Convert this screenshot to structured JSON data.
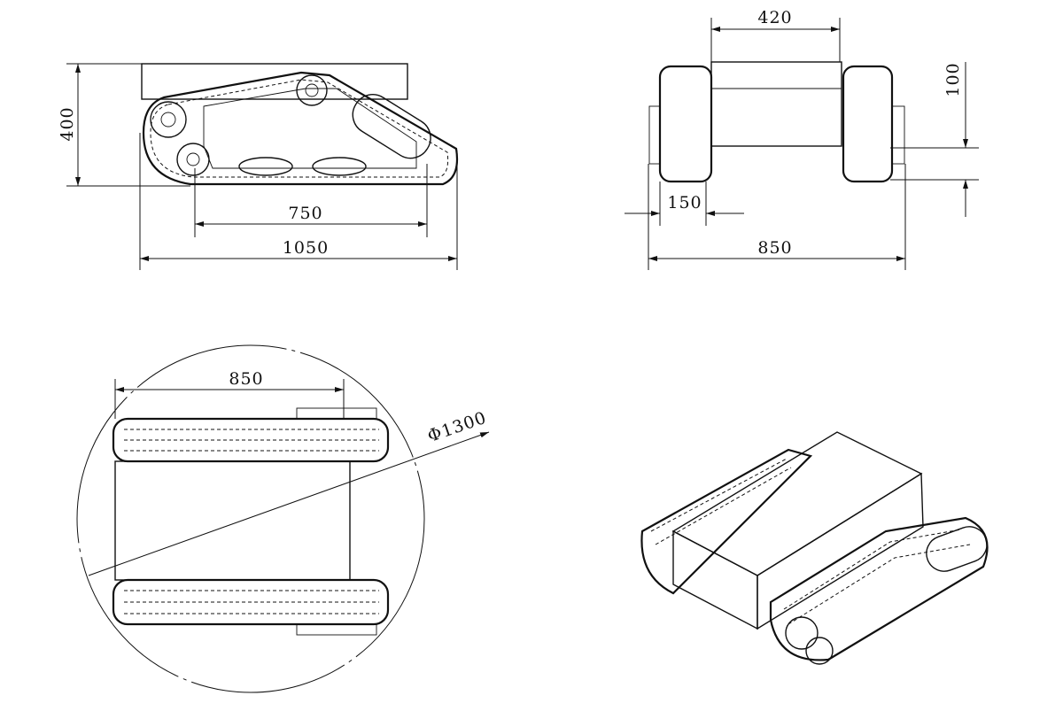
{
  "side_view": {
    "height": "400",
    "wheelbase": "750",
    "length": "1050"
  },
  "front_view": {
    "body_width": "420",
    "ground_clearance": "100",
    "track_width": "150",
    "width": "850"
  },
  "top_view": {
    "width": "850",
    "turning_diameter": "Φ1300"
  },
  "colors": {
    "line": "#111111",
    "background": "#ffffff"
  }
}
